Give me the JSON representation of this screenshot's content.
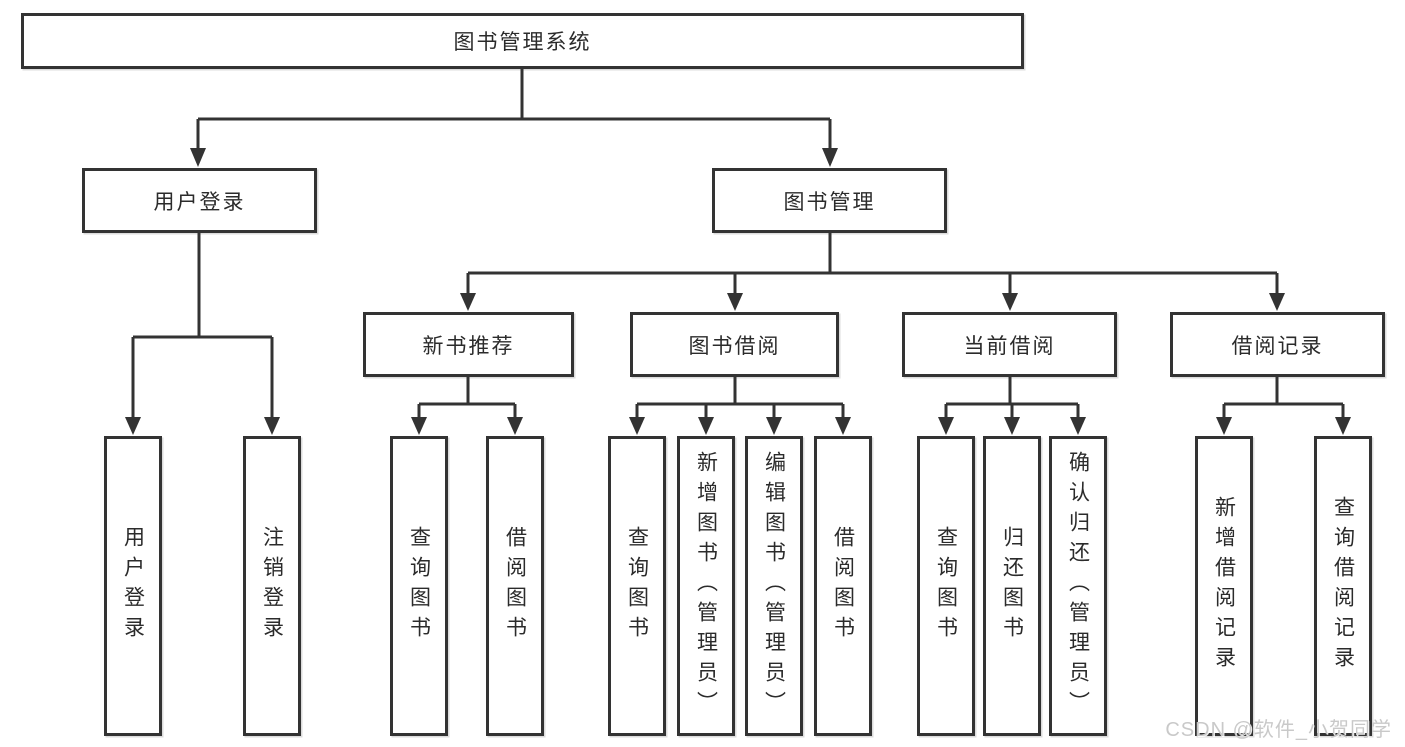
{
  "tree": {
    "root": {
      "label": "图书管理系统"
    },
    "branches": [
      {
        "label": "用户登录",
        "children": [
          {
            "label": "用户登录"
          },
          {
            "label": "注销登录"
          }
        ]
      },
      {
        "label": "图书管理",
        "children": [
          {
            "label": "新书推荐",
            "children": [
              {
                "label": "查询图书"
              },
              {
                "label": "借阅图书"
              }
            ]
          },
          {
            "label": "图书借阅",
            "children": [
              {
                "label": "查询图书"
              },
              {
                "label": "新增图书（管理员）"
              },
              {
                "label": "编辑图书（管理员）"
              },
              {
                "label": "借阅图书"
              }
            ]
          },
          {
            "label": "当前借阅",
            "children": [
              {
                "label": "查询图书"
              },
              {
                "label": "归还图书"
              },
              {
                "label": "确认归还（管理员）"
              }
            ]
          },
          {
            "label": "借阅记录",
            "children": [
              {
                "label": "新增借阅记录"
              },
              {
                "label": "查询借阅记录"
              }
            ]
          }
        ]
      }
    ]
  },
  "watermark": {
    "text": "CSDN @软件_小贺同学"
  },
  "colors": {
    "line": "#333333",
    "box_border": "#333333",
    "box_fill": "#ffffff",
    "text": "#2b2b2b",
    "background": "#ffffff",
    "watermark": "#c9c9c9"
  }
}
